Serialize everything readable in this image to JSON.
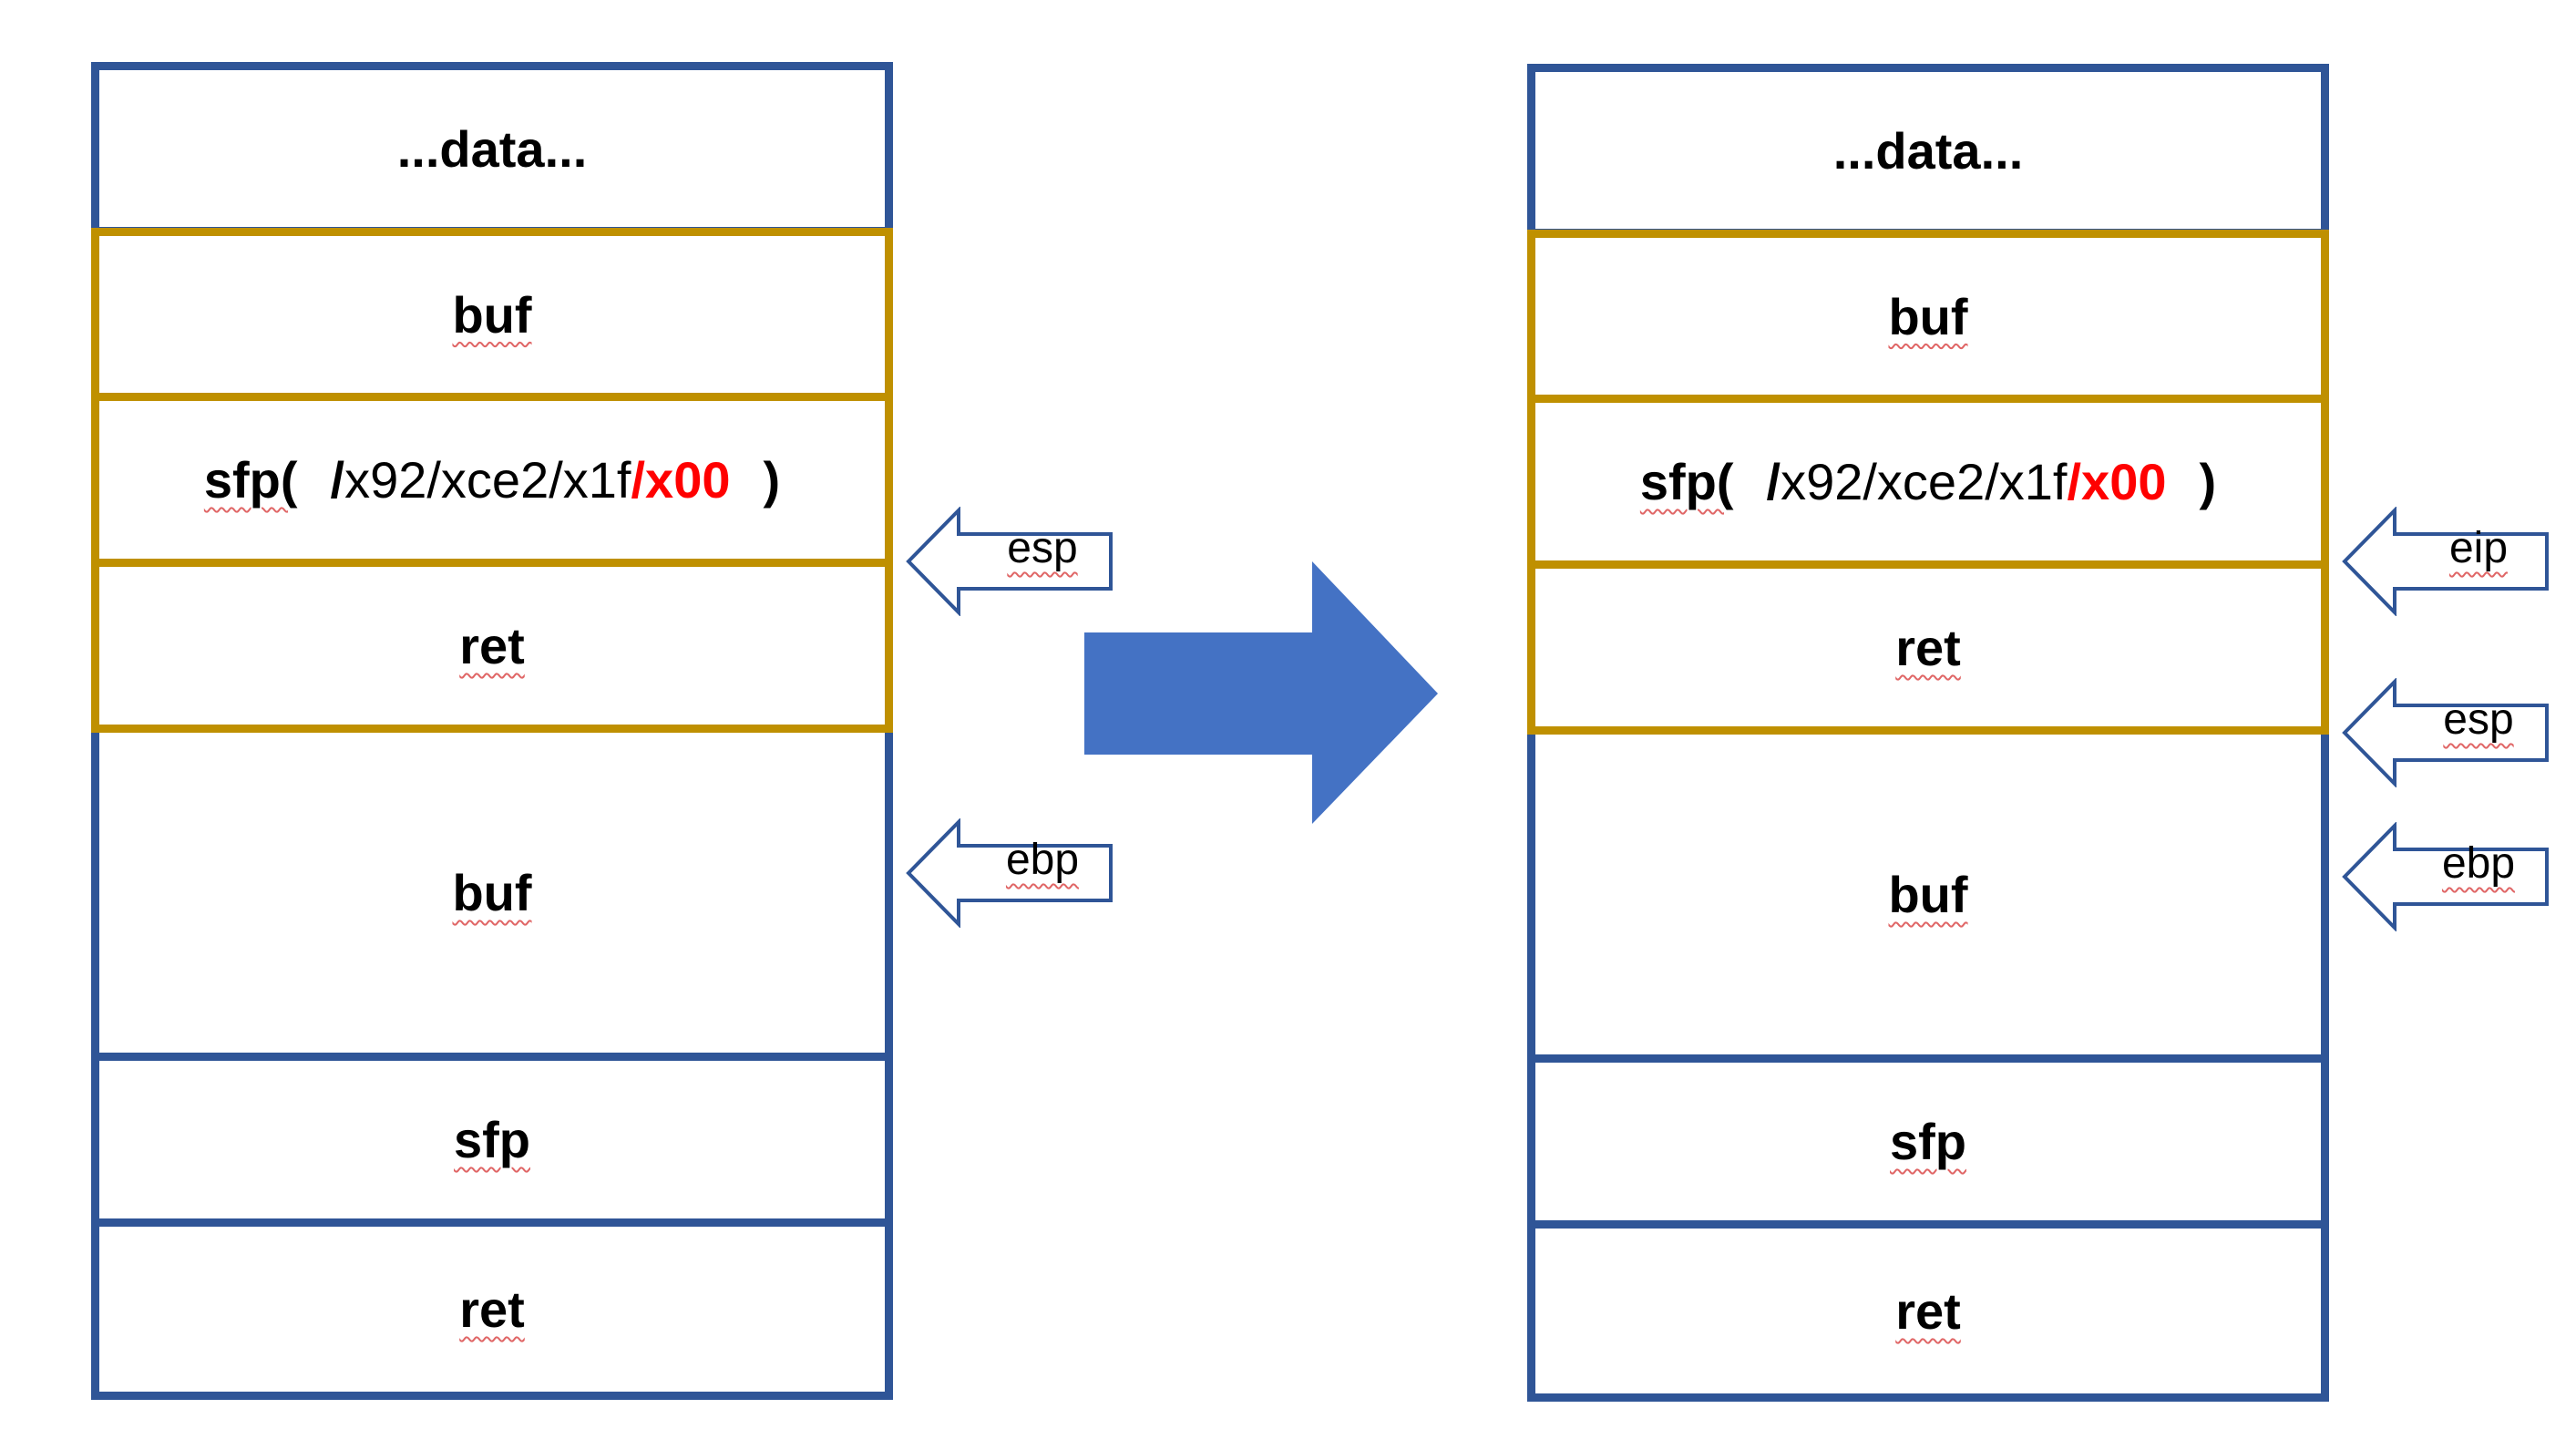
{
  "colors": {
    "stack_border": "#2f5597",
    "frame_highlight": "#bf9000",
    "arrow_fill": "#4472c4",
    "pointer_stroke": "#2f5597",
    "overwrite_text": "#ff0000"
  },
  "left_stack": {
    "cells": {
      "data": "...data...",
      "buf_top": "buf",
      "sfp_prefix": "sfp(",
      "sfp_slash": "/",
      "sfp_bytes": "x92/xce2/x1f",
      "sfp_overwrite": "/x00",
      "sfp_suffix": ")",
      "ret_top": "ret",
      "buf_bottom": "buf",
      "sfp_bottom": "sfp",
      "ret_bottom": "ret"
    },
    "pointers": {
      "esp": "esp",
      "ebp": "ebp"
    }
  },
  "transition_arrow": {
    "icon": "right-arrow-icon"
  },
  "right_stack": {
    "cells": {
      "data": "...data...",
      "buf_top": "buf",
      "sfp_prefix": "sfp(",
      "sfp_slash": "/",
      "sfp_bytes": "x92/xce2/x1f",
      "sfp_overwrite": "/x00",
      "sfp_suffix": ")",
      "ret_top": "ret",
      "buf_bottom": "buf",
      "sfp_bottom": "sfp",
      "ret_bottom": "ret"
    },
    "pointers": {
      "eip": "eip",
      "esp": "esp",
      "ebp": "ebp"
    }
  }
}
